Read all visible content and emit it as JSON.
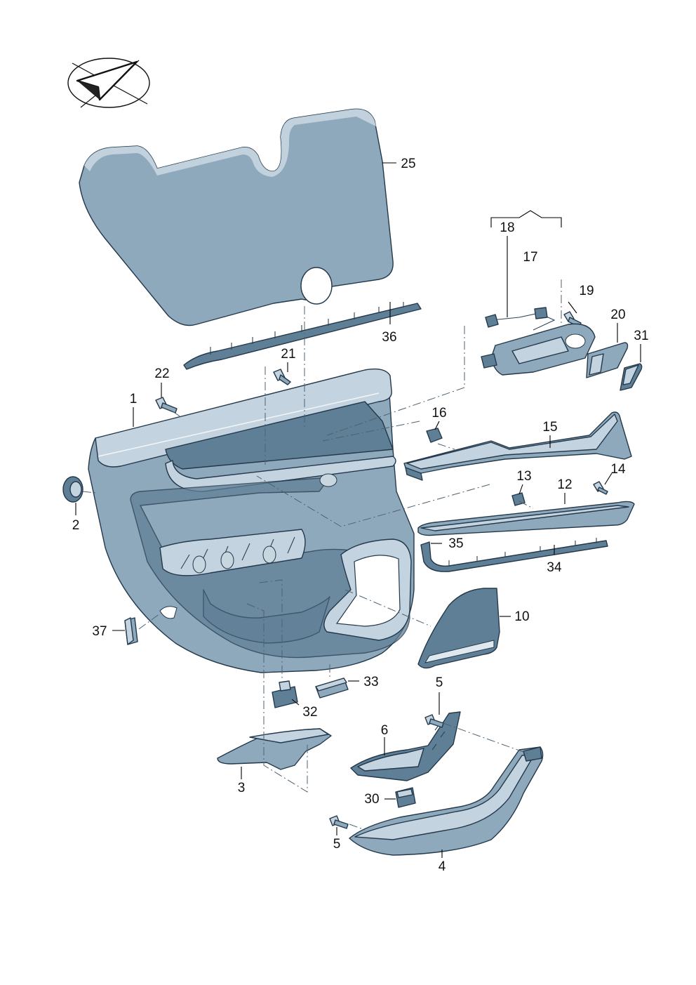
{
  "labels": {
    "p1": "1",
    "p2": "2",
    "p3": "3",
    "p4": "4",
    "p5a": "5",
    "p5b": "5",
    "p6": "6",
    "p10": "10",
    "p12": "12",
    "p13": "13",
    "p14": "14",
    "p15": "15",
    "p16": "16",
    "p17": "17",
    "p18": "18",
    "p19": "19",
    "p20": "20",
    "p21": "21",
    "p22": "22",
    "p25": "25",
    "p30": "30",
    "p31": "31",
    "p32": "32",
    "p33": "33",
    "p34": "34",
    "p35": "35",
    "p36": "36",
    "p37": "37"
  },
  "icons": {
    "orientation": "orientation-arrow-icon"
  },
  "colors": {
    "part_fill": "#8fa9bc",
    "part_dark": "#5f7f96",
    "part_light": "#c3d3df",
    "outline": "#23384a"
  }
}
